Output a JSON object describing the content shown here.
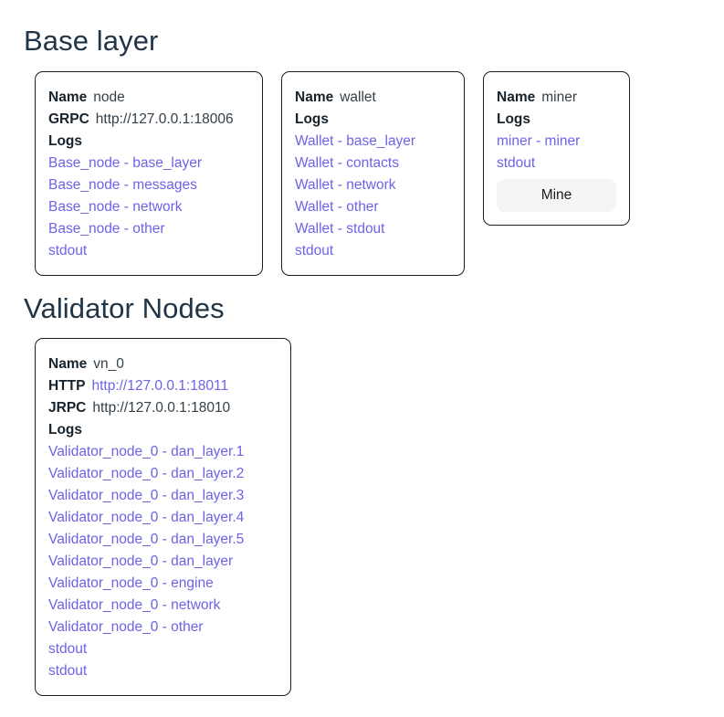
{
  "sections": [
    {
      "heading": "Base layer",
      "cards": [
        {
          "kind": "node",
          "fields": [
            {
              "label": "Name",
              "value": "node",
              "is_link": false
            },
            {
              "label": "GRPC",
              "value": "http://127.0.0.1:18006",
              "is_link": false
            }
          ],
          "logs_label": "Logs",
          "logs": [
            "Base_node - base_layer",
            "Base_node - messages",
            "Base_node - network",
            "Base_node - other",
            "stdout"
          ]
        },
        {
          "kind": "wallet",
          "fields": [
            {
              "label": "Name",
              "value": "wallet",
              "is_link": false
            }
          ],
          "logs_label": "Logs",
          "logs": [
            "Wallet - base_layer",
            "Wallet - contacts",
            "Wallet - network",
            "Wallet - other",
            "Wallet - stdout",
            "stdout"
          ]
        },
        {
          "kind": "miner",
          "fields": [
            {
              "label": "Name",
              "value": "miner",
              "is_link": false
            }
          ],
          "logs_label": "Logs",
          "logs": [
            "miner - miner",
            "stdout"
          ],
          "button_label": "Mine"
        }
      ]
    },
    {
      "heading": "Validator Nodes",
      "cards": [
        {
          "kind": "validator",
          "fields": [
            {
              "label": "Name",
              "value": "vn_0",
              "is_link": false
            },
            {
              "label": "HTTP",
              "value": "http://127.0.0.1:18011",
              "is_link": true
            },
            {
              "label": "JRPC",
              "value": "http://127.0.0.1:18010",
              "is_link": false
            }
          ],
          "logs_label": "Logs",
          "logs": [
            "Validator_node_0 - dan_layer.1",
            "Validator_node_0 - dan_layer.2",
            "Validator_node_0 - dan_layer.3",
            "Validator_node_0 - dan_layer.4",
            "Validator_node_0 - dan_layer.5",
            "Validator_node_0 - dan_layer",
            "Validator_node_0 - engine",
            "Validator_node_0 - network",
            "Validator_node_0 - other",
            "stdout",
            "stdout"
          ]
        }
      ]
    }
  ],
  "colors": {
    "link": "#6c63e8",
    "heading": "#213547",
    "card_border": "#1d1d1d",
    "button_bg": "#f5f5f5",
    "background": "#ffffff"
  }
}
